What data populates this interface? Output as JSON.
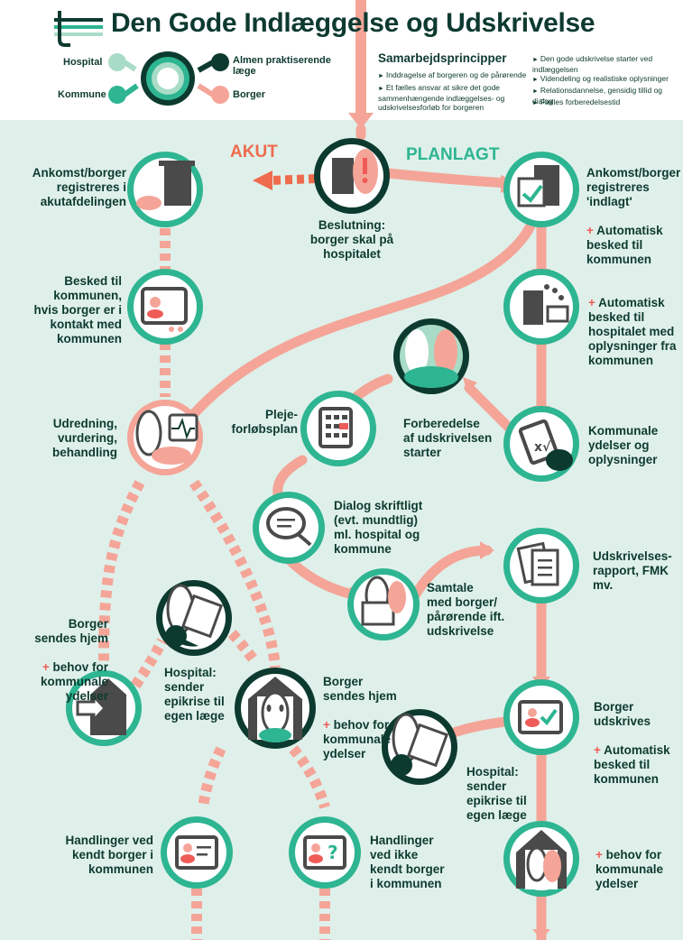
{
  "title": "Den Gode Indlæggelse og Udskrivelse",
  "legend": {
    "hospital": "Hospital",
    "kommune": "Kommune",
    "almen": "Almen praktiserende\nlæge",
    "borger": "Borger"
  },
  "samarbejd": {
    "title": "Samarbejdsprincipper",
    "left_items": [
      "Inddragelse af borgeren og de pårørende",
      "Et fælles ansvar at sikre det gode sammenhængende indlæggelses- og udskrivelsesforløb for borgeren"
    ],
    "right_items": [
      "Den gode udskrivelse starter ved indlæggelsen",
      "Videndeling og realistiske oplysninger",
      "Relationsdannelse, gensidig tillid og dialog",
      "Fælles forberedelsestid"
    ]
  },
  "flow": {
    "akut": "AKUT",
    "planlagt": "PLANLAGT",
    "beslutning": "Beslutning:\nborger skal på\nhospitalet",
    "ankomst_akut": "Ankomst/borger\nregistreres i\nakutafdelingen",
    "ankomst_plan_a": "Ankomst/borger\nregistreres\n'indlagt'",
    "ankomst_plan_b": "Automatisk\nbesked til\nkommunen",
    "besked_kommunen": "Besked til\nkommunen,\nhvis borger er i\nkontakt med\nkommunen",
    "auto_hosp": "Automatisk\nbesked til\nhospitalet med\noplysninger fra\nkommunen",
    "udredning": "Udredning,\nvurdering,\nbehandling",
    "plejeforlob": "Pleje-\nforløbsplan",
    "forberedelse": "Forberedelse\naf udskrivelsen\nstarter",
    "kommunale_ydelser": "Kommunale\nydelser og\noplysninger",
    "dialog": "Dialog skriftligt\n(evt. mundtlig)\nml. hospital og\nkommune",
    "udskrivelsesrapport": "Udskrivelses-\nrapport, FMK\nmv.",
    "samtale": "Samtale\nmed borger/\npårørende ift.\nudskrivelse",
    "borger_hjem_left_a": "Borger\nsendes hjem",
    "borger_hjem_left_b": "behov for\nkommunale\nydelser",
    "hospital_epikrise_left": "Hospital:\nsender\nepikrise til\negen læge",
    "borger_hjem_mid_a": "Borger\nsendes hjem",
    "borger_hjem_mid_b": "behov for\nkommunale\nydelser",
    "borger_udskrives_a": "Borger\nudskrives",
    "borger_udskrives_b": "Automatisk\nbesked til\nkommunen",
    "hospital_epikrise_right": "Hospital:\nsender\nepikrise til\negen læge",
    "handlinger_kendt": "Handlinger ved\nkendt borger i\nkommunen",
    "handlinger_ikke_kendt": "Handlinger\nved ikke\nkendt borger\ni kommunen",
    "behov_right": "behov for\nkommunale\nydelser",
    "plus": "+"
  },
  "colors": {
    "dark_green": "#0d3a2f",
    "teal": "#2eb592",
    "mint": "#a9dcc7",
    "salmon": "#f4a598",
    "panel": "#dff0ea",
    "coral": "#ef5b57",
    "akut": "#ef6b4d"
  }
}
